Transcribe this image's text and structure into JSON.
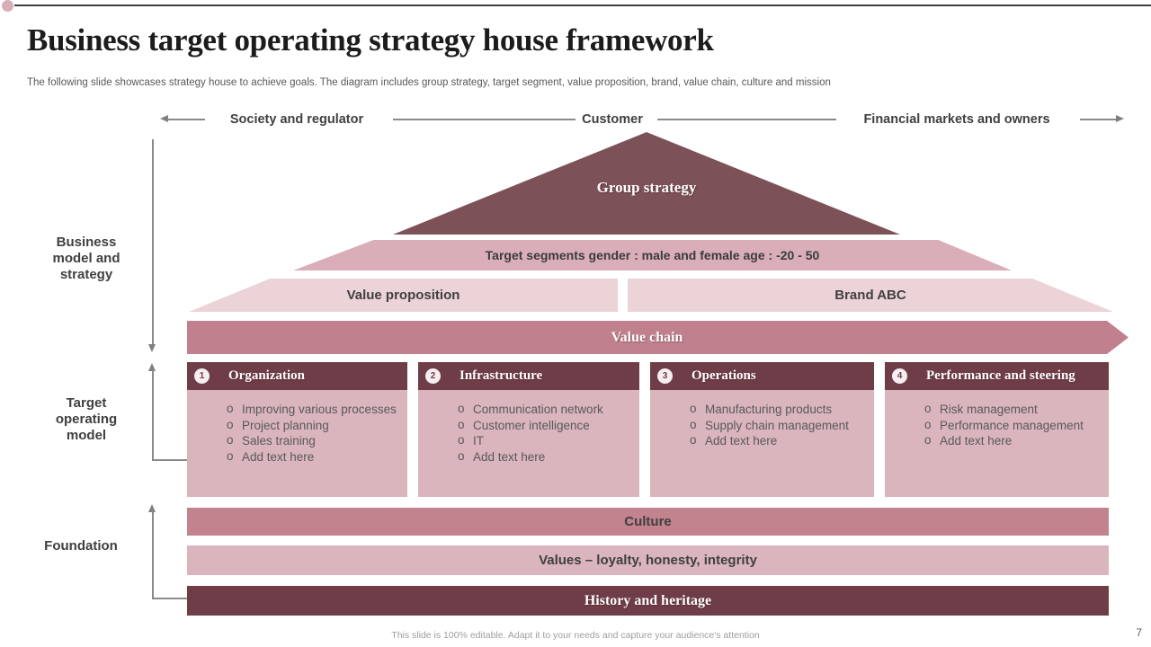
{
  "slide": {
    "title": "Business target operating strategy house framework",
    "subtitle": "The following slide showcases strategy house to achieve goals. The diagram includes group strategy, target segment, value proposition, brand, value chain, culture and mission",
    "footer": "This slide is 100% editable. Adapt it to your needs and capture your audience's attention",
    "page_number": "7"
  },
  "top_axis": {
    "labels": [
      "Society and regulator",
      "Customer",
      "Financial markets and owners"
    ]
  },
  "left_rail": {
    "sections": [
      "Business model and strategy",
      "Target operating model",
      "Foundation"
    ]
  },
  "house": {
    "roof": "Group strategy",
    "target_segments": "Target segments gender : male and female age : -20 - 50",
    "value_proposition": "Value proposition",
    "brand": "Brand ABC",
    "value_chain": "Value chain",
    "bullet_char": "o",
    "columns": [
      {
        "number": "1",
        "title": "Organization",
        "items": [
          "Improving various processes",
          "Project planning",
          "Sales training",
          "Add text here"
        ]
      },
      {
        "number": "2",
        "title": "Infrastructure",
        "items": [
          "Communication network",
          "Customer intelligence",
          "IT",
          "Add text here"
        ]
      },
      {
        "number": "3",
        "title": "Operations",
        "items": [
          "Manufacturing products",
          "Supply chain management",
          "Add text here"
        ]
      },
      {
        "number": "4",
        "title": "Performance and steering",
        "items": [
          "Risk management",
          "Performance management",
          "Add text here"
        ]
      }
    ],
    "culture": "Culture",
    "values": "Values – loyalty, honesty, integrity",
    "history": "History and heritage"
  },
  "colors": {
    "dark_maroon": "#6f3d48",
    "roof_maroon": "#7d5158",
    "rose": "#c0808e",
    "culture_rose": "#c2838f",
    "band_pink": "#d9aeb8",
    "body_pink": "#dab5bd",
    "light_pink": "#ebd3d8",
    "accent_dot": "#d5a4ae",
    "text_dark": "#404040",
    "text_gray": "#595959",
    "line_gray": "#7f7f7f",
    "footer_gray": "#9e9e9e"
  }
}
